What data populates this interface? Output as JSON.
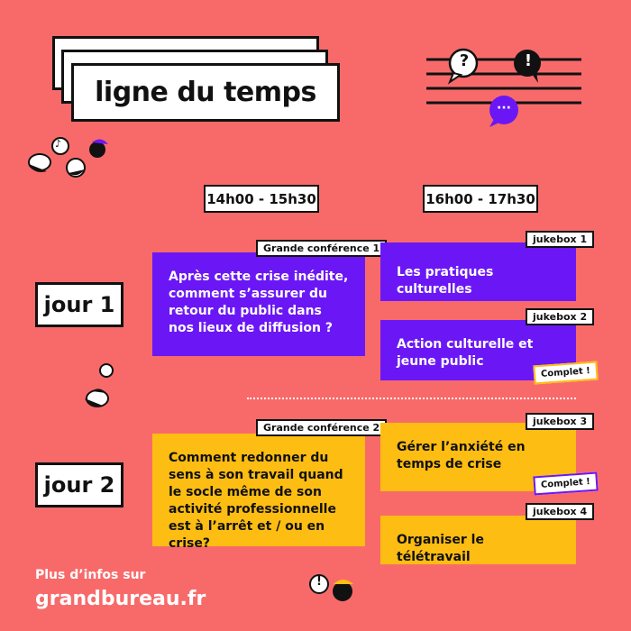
{
  "title": "ligne du temps",
  "slots": [
    "14h00 - 15h30",
    "16h00 - 17h30"
  ],
  "days": [
    {
      "label": "jour 1",
      "main": {
        "tag": "Grande conférence 1",
        "text": "Après cette crise inédite, comment s’assurer du retour du public dans nos lieux de diffusion ?"
      },
      "jukebox": [
        {
          "tag": "jukebox 1",
          "text": "Les pratiques culturelles"
        },
        {
          "tag": "jukebox 2",
          "text": "Action culturelle et jeune public",
          "badge": "Complet !"
        }
      ]
    },
    {
      "label": "jour 2",
      "main": {
        "tag": "Grande conférence 2",
        "text": "Comment redonner du sens à son travail quand le socle même de son activité professionnelle est à l’arrêt et / ou en crise?"
      },
      "jukebox": [
        {
          "tag": "jukebox 3",
          "text": "Gérer l’anxiété en temps de crise",
          "badge": "Complet !"
        },
        {
          "tag": "jukebox 4",
          "text": "Organiser le télétravail"
        }
      ]
    }
  ],
  "footer": {
    "line1": "Plus d’infos sur",
    "line2": "grandbureau.fr"
  },
  "icons": {
    "bubbles": [
      "?",
      "!",
      "···"
    ],
    "music_note": "♪",
    "mic": "🎙",
    "exclaim": "!"
  },
  "colors": {
    "background": "#f86a6a",
    "purple": "#6b17f5",
    "yellow": "#fdbd12"
  }
}
